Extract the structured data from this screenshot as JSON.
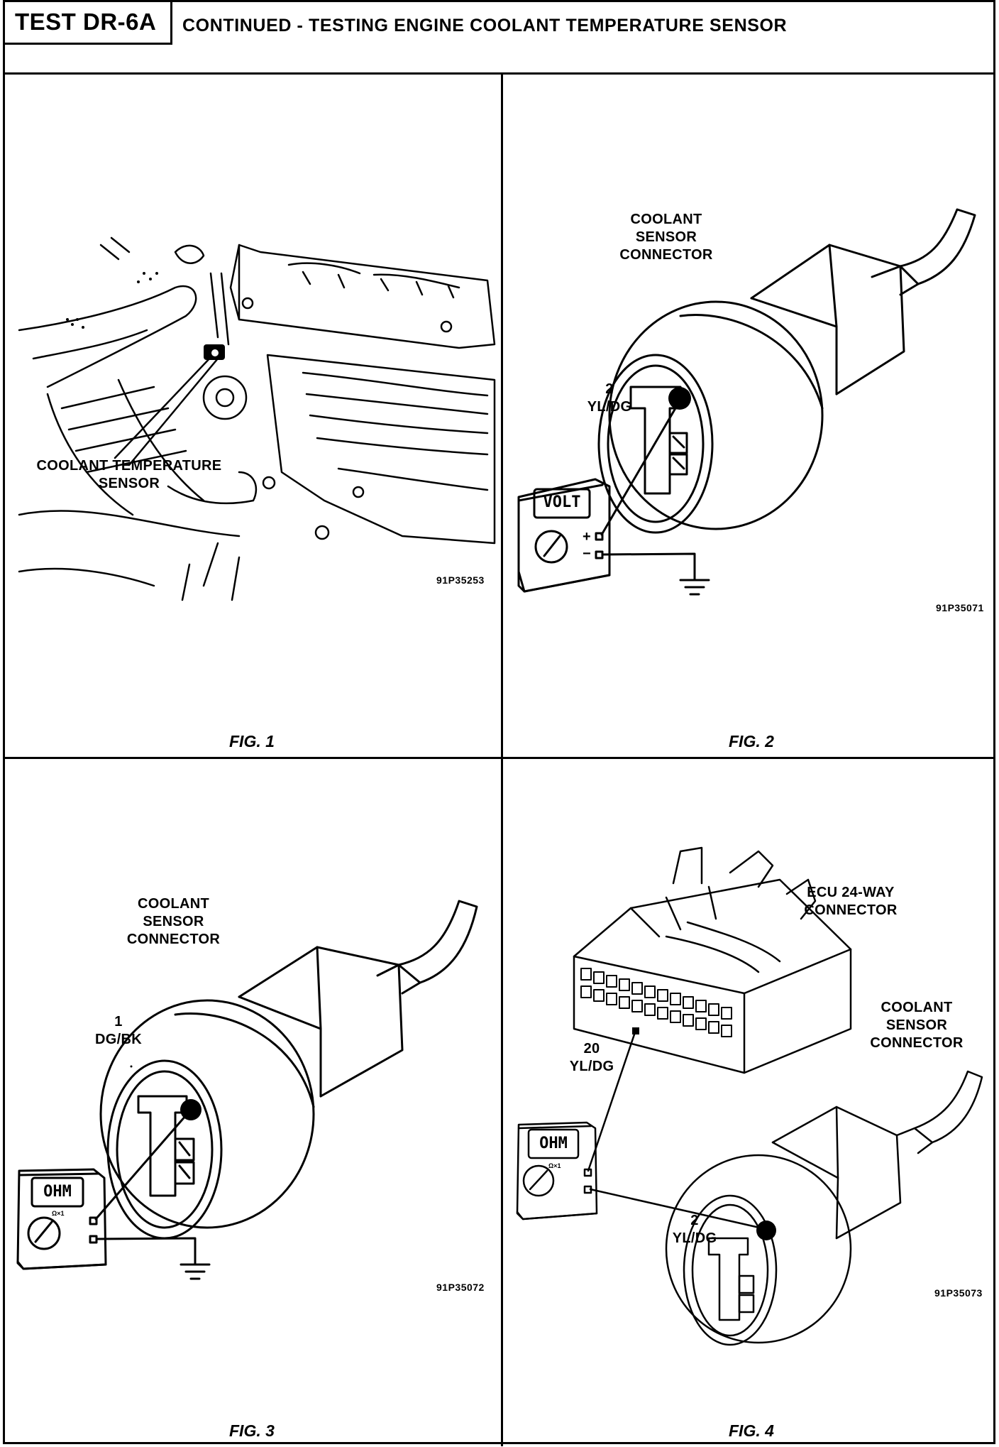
{
  "header": {
    "test_id": "TEST DR-6A",
    "title": "CONTINUED - TESTING ENGINE COOLANT TEMPERATURE SENSOR"
  },
  "figures": [
    {
      "caption": "FIG. 1",
      "code": "91P35253",
      "callout": "COOLANT TEMPERATURE\nSENSOR"
    },
    {
      "caption": "FIG. 2",
      "code": "91P35071",
      "connector_label": "COOLANT\nSENSOR\nCONNECTOR",
      "pin_label": "2\nYL/DG",
      "meter_display": "VOLT",
      "meter_plus": "+",
      "meter_minus": "−"
    },
    {
      "caption": "FIG. 3",
      "code": "91P35072",
      "connector_label": "COOLANT\nSENSOR\nCONNECTOR",
      "pin_label": "1\nDG/BK",
      "meter_display": "OHM",
      "meter_range": "Ω×1"
    },
    {
      "caption": "FIG. 4",
      "code": "91P35073",
      "ecu_label": "ECU 24-WAY\nCONNECTOR",
      "connector_label": "COOLANT\nSENSOR\nCONNECTOR",
      "ecu_pin_label": "20\nYL/DG",
      "pin_label": "2\nYL/DG",
      "meter_display": "OHM",
      "meter_range": "Ω×1"
    }
  ]
}
